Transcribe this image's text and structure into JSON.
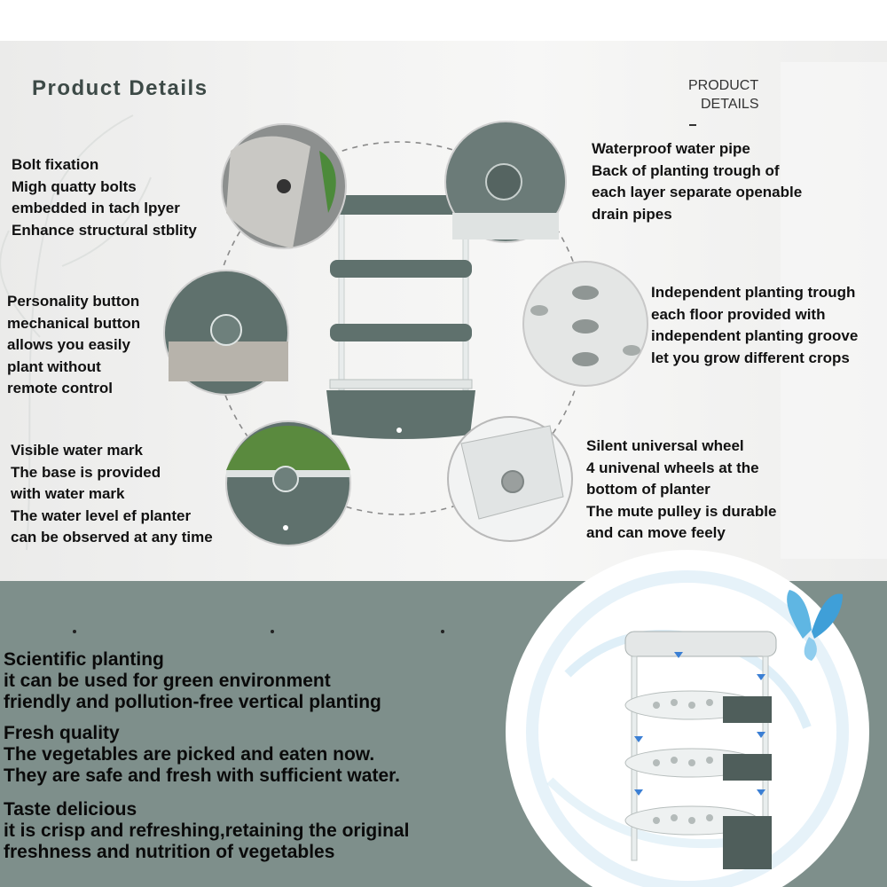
{
  "header": {
    "title": "Product Details",
    "corner_line1": "PRODUCT",
    "corner_line2": "DETAILS"
  },
  "callouts": {
    "bolt": [
      "Bolt fixation",
      "Migh quatty bolts",
      "embedded in tach lpyer",
      "Enhance structural stblity"
    ],
    "water_pipe": [
      "Waterproof water pipe",
      "Back of planting trough of",
      "each layer separate openable",
      "drain pipes"
    ],
    "button": [
      "Personality button",
      "mechanical button",
      "allows you easily",
      "plant without",
      "remote control"
    ],
    "trough": [
      "Independent planting trough",
      "each floor provided with",
      "independent planting groove",
      "let you grow different crops"
    ],
    "water_mark": [
      "Visible water mark",
      "The base is provided",
      "with water mark",
      "The water level ef planter",
      "can be observed at any time"
    ],
    "wheel": [
      "Silent universal wheel",
      "4 univenal wheels at the",
      "bottom of planter",
      "The mute pulley is durable",
      "and can move feely"
    ]
  },
  "features": {
    "scientific": [
      "Scientific planting",
      "it can be used for green environment",
      "friendly and pollution-free vertical planting"
    ],
    "fresh": [
      "Fresh quality",
      "The vegetables are picked and eaten now.",
      "They are safe and fresh with sufficient water."
    ],
    "taste": [
      "Taste delicious",
      "it is crisp and refreshing,retaining the original",
      "freshness and nutrition of vegetables"
    ]
  },
  "colors": {
    "product_green": "#5f716d",
    "panel_bg": "#7e8f8b",
    "text": "#111111"
  },
  "icons": [
    "bolt-closeup-icon",
    "drain-pipe-closeup-icon",
    "button-closeup-icon",
    "planting-groove-closeup-icon",
    "water-mark-closeup-icon",
    "wheel-closeup-icon",
    "butterfly-icon"
  ]
}
